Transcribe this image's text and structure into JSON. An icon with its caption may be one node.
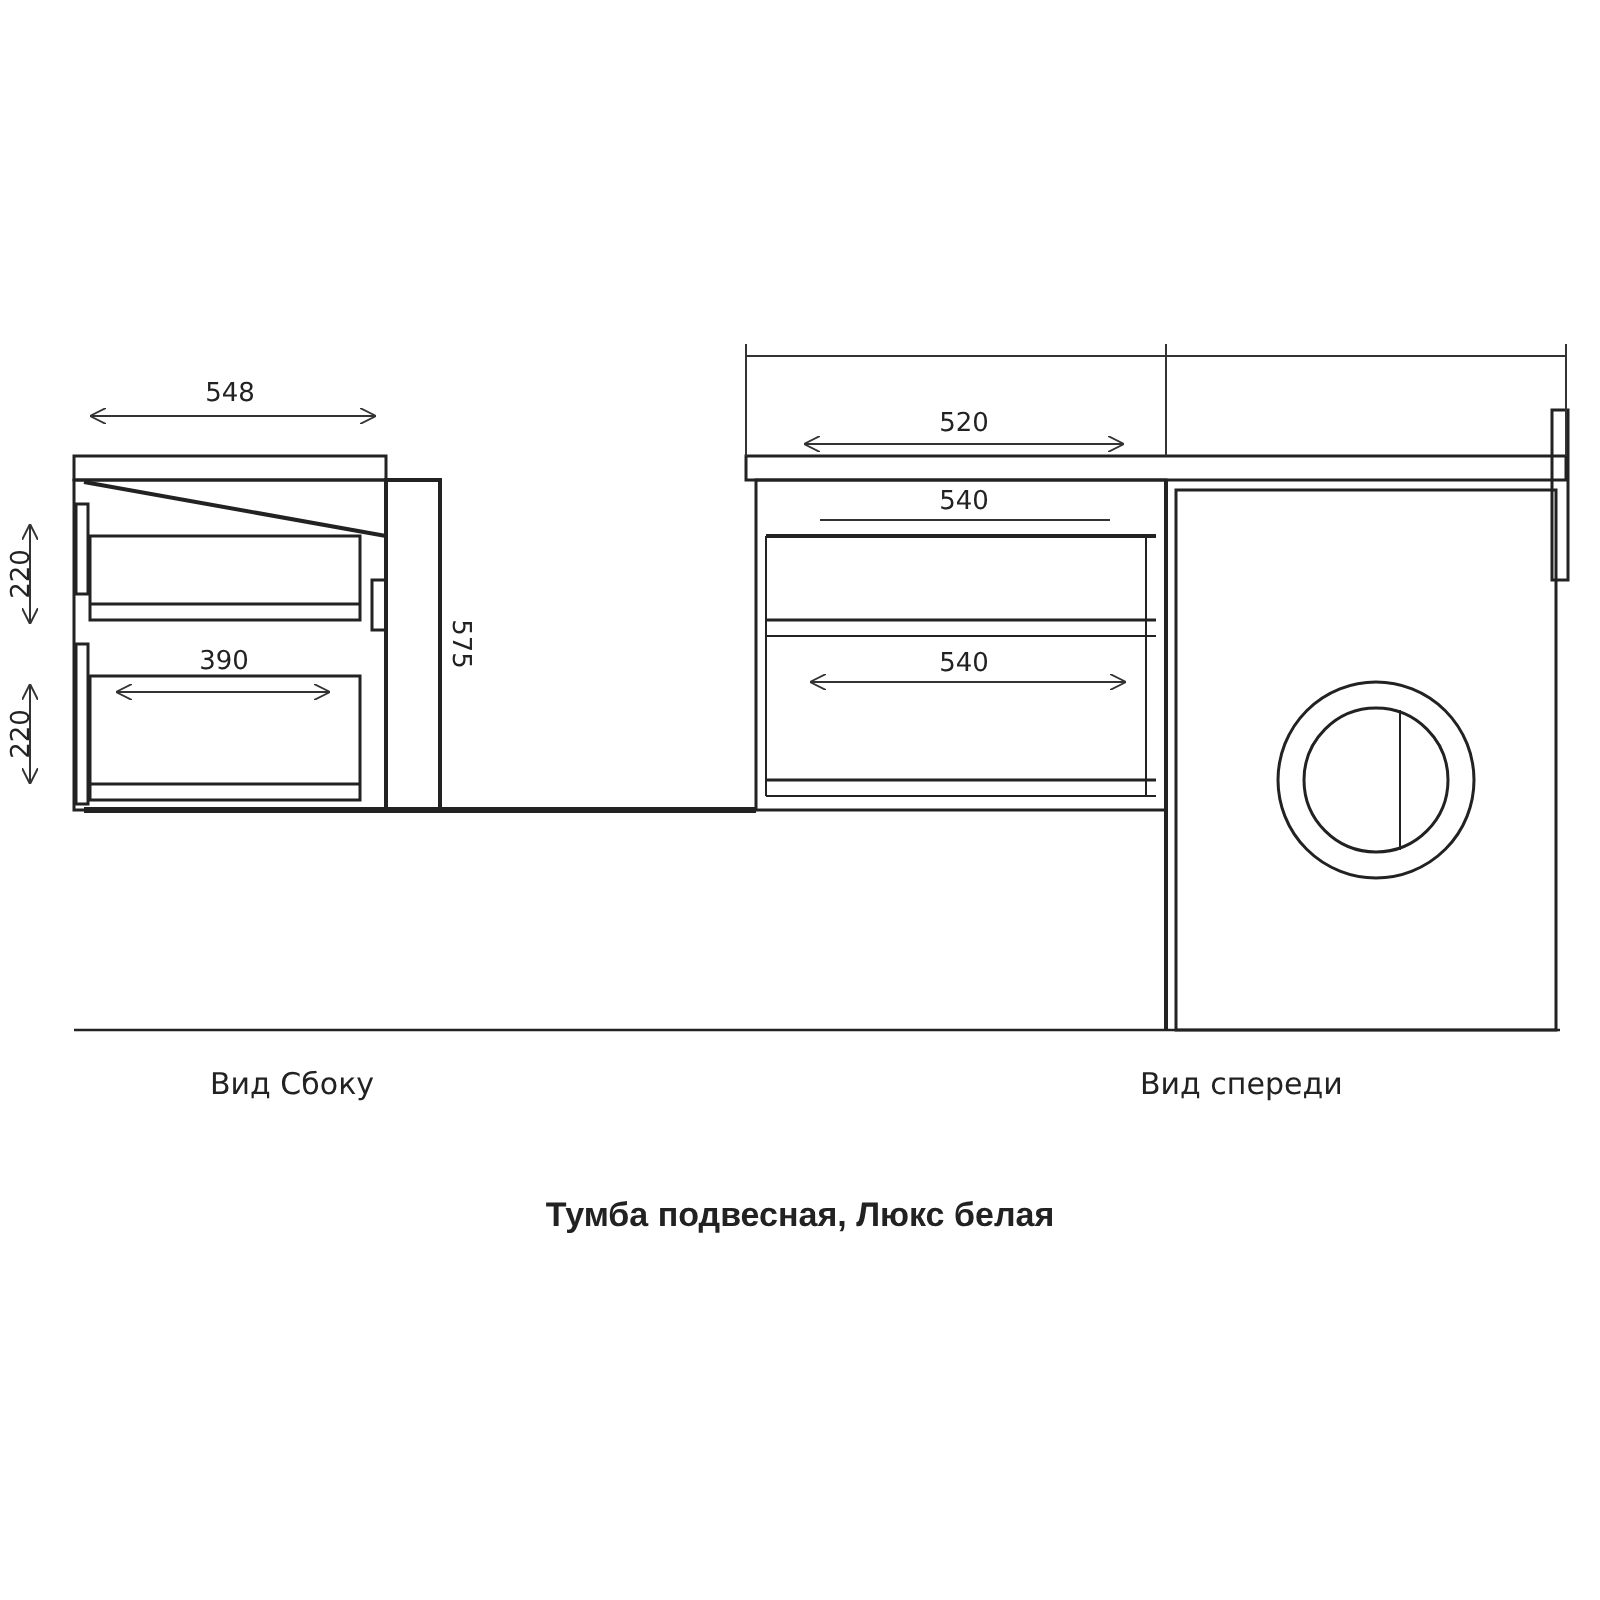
{
  "diagram": {
    "caption": "Тумба подвесная, Люкс белая",
    "labels": [
      "548",
      "520",
      "540",
      "220",
      "575",
      "390",
      "540",
      "220",
      "Вид Сбоку",
      "Вид спереди"
    ]
  }
}
